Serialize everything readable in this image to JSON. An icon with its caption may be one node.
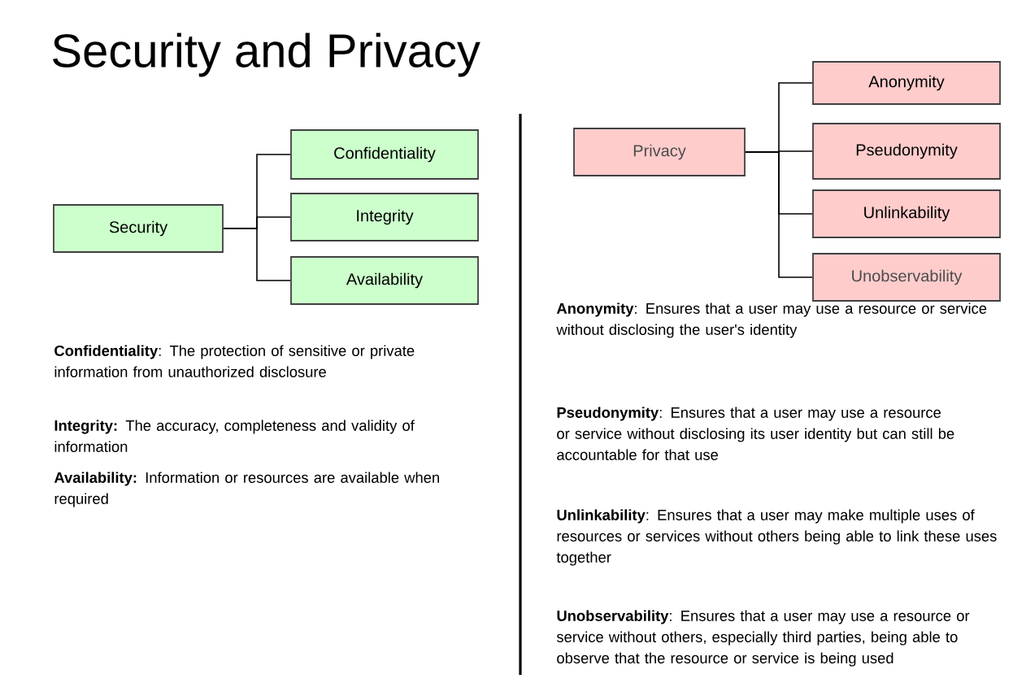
{
  "diagram": {
    "title": "Security and Privacy",
    "nodes": [
      {
        "text": [
          "Security"
        ]
      },
      {
        "text": [
          "Confidentiality"
        ]
      },
      {
        "text": [
          "Integrity"
        ]
      },
      {
        "text": [
          "Availability"
        ]
      },
      {
        "text": [
          "Privacy"
        ]
      },
      {
        "text": [
          "Anonymity"
        ]
      },
      {
        "text": [
          "Pseudonymity"
        ]
      },
      {
        "text": [
          "Unlinkability"
        ]
      },
      {
        "text": [
          "Unobservability"
        ]
      }
    ],
    "edges": [
      {
        "from": 0,
        "to": 1,
        "arrow": "none"
      },
      {
        "from": 0,
        "to": 2,
        "arrow": "none"
      },
      {
        "from": 0,
        "to": 3,
        "arrow": "none"
      },
      {
        "from": 4,
        "to": 5,
        "arrow": "none"
      },
      {
        "from": 4,
        "to": 6,
        "arrow": "none"
      },
      {
        "from": 4,
        "to": 7,
        "arrow": "none"
      },
      {
        "from": 4,
        "to": 8,
        "arrow": "none"
      }
    ],
    "labels": [
      "**Confidentiality**: The protection of sensitive or private information from unauthorized disclosure",
      "**Integrity:** The accuracy, completeness and validity of information",
      "**Availability:** Information or resources are available when required",
      "**Anonymity**: Ensures that a user may use a resource or service without disclosing the user's identity",
      "**Pseudonymity**: Ensures that a user may use a resource or service without disclosing its user identity but can still be accountable for that use",
      "**Unlinkability**: Ensures that a user may make multiple uses of resources or services without others being able to link these uses together",
      "**Unobservability**: Ensures that a user may use a resource or service without others, especially third parties, being able to observe that the resource or service is being used"
    ]
  }
}
